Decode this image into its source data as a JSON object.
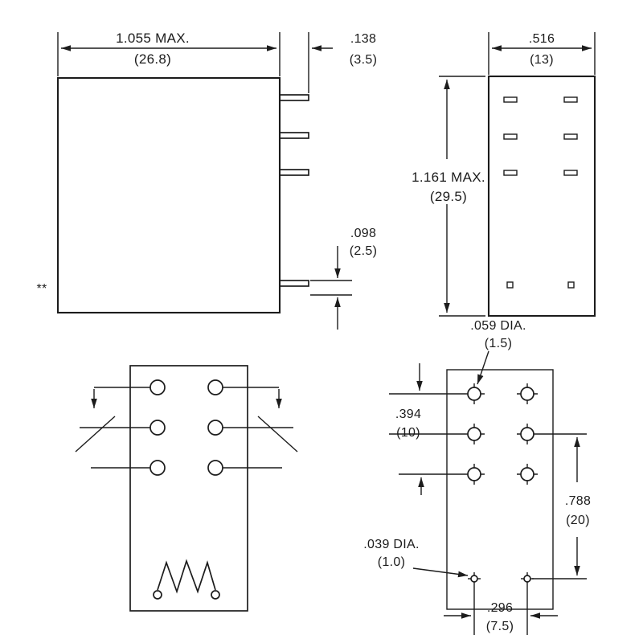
{
  "page": {
    "background": "#ffffff",
    "line_color": "#1c1c1c"
  },
  "side_view": {
    "width": {
      "in": "1.055 MAX.",
      "mm": "(26.8)"
    },
    "pin_protrusion": {
      "in": ".138",
      "mm": "(3.5)"
    },
    "pin_offset": {
      "in": ".098",
      "mm": "(2.5)"
    },
    "footnote": "**"
  },
  "end_view": {
    "depth": {
      "in": ".516",
      "mm": "(13)"
    },
    "height": {
      "in": "1.161 MAX.",
      "mm": "(29.5)"
    }
  },
  "board_view": {
    "terminal_hole_dia": {
      "in": ".059 DIA.",
      "mm": "(1.5)"
    },
    "row_pitch": {
      "in": ".394",
      "mm": "(10)"
    },
    "row_span": {
      "in": ".788",
      "mm": "(20)"
    },
    "guide_hole_dia": {
      "in": ".039 DIA.",
      "mm": "(1.0)"
    },
    "col_pitch": {
      "in": ".296",
      "mm": "(7.5)"
    }
  }
}
